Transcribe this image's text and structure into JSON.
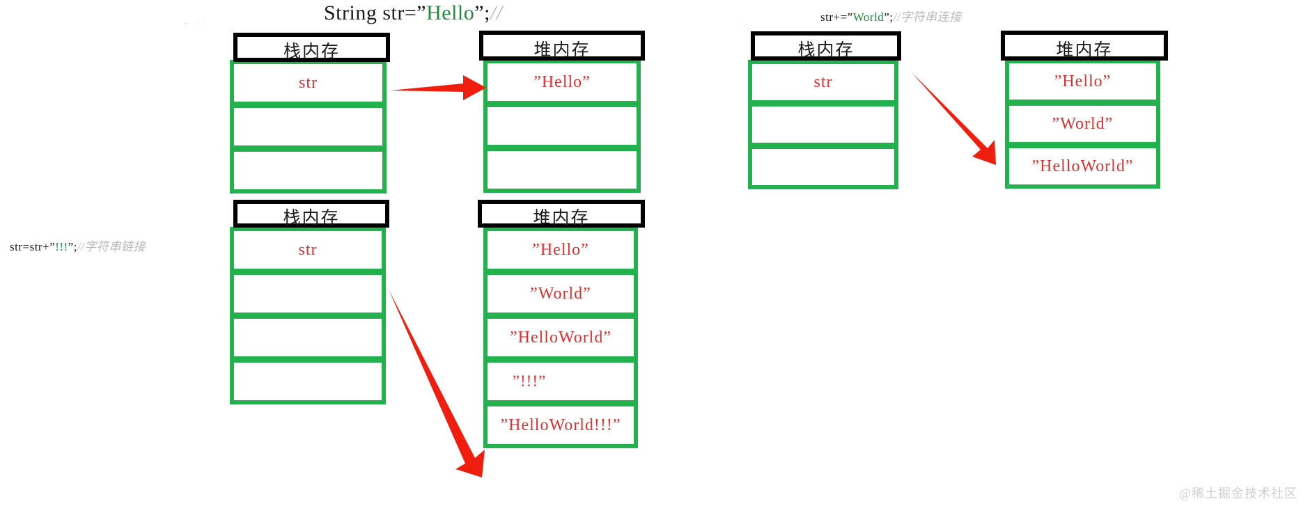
{
  "labels": {
    "declaration": {
      "prefix": "String str=”",
      "literal": "Hello",
      "suffix": "”;",
      "comment": "//"
    },
    "append": {
      "prefix": "str+=”",
      "literal": "World",
      "suffix": "”;",
      "comment": "//字符串连接"
    },
    "concat": {
      "prefix": "str=str+”",
      "literal": "!!!",
      "suffix": "”;",
      "comment": "//字符串链接"
    }
  },
  "headers": {
    "stack": "栈内存",
    "heap": "堆内存"
  },
  "blocks": {
    "step1_stack": {
      "title": "栈内存",
      "cells": [
        "str",
        "",
        ""
      ]
    },
    "step1_heap": {
      "title": "堆内存",
      "cells": [
        "”Hello”",
        "",
        ""
      ]
    },
    "step2_stack": {
      "title": "栈内存",
      "cells": [
        "str",
        "",
        ""
      ]
    },
    "step2_heap": {
      "title": "堆内存",
      "cells": [
        "”Hello”",
        "”World”",
        "”HelloWorld”"
      ]
    },
    "step3_stack": {
      "title": "栈内存",
      "cells": [
        "str",
        "",
        "",
        ""
      ]
    },
    "step3_heap": {
      "title": "堆内存",
      "cells": [
        "”Hello”",
        "”World”",
        "”HelloWorld”",
        "”!!!”",
        "”HelloWorld!!!”"
      ]
    }
  },
  "colors": {
    "cell_border": "#22b14c",
    "header_border": "#000000",
    "value_text": "#e03030",
    "arrow": "#f01e0e",
    "literal_text": "#1e8a3c",
    "comment_text": "#b8b8b8"
  },
  "watermark": "@稀土掘金技术社区"
}
